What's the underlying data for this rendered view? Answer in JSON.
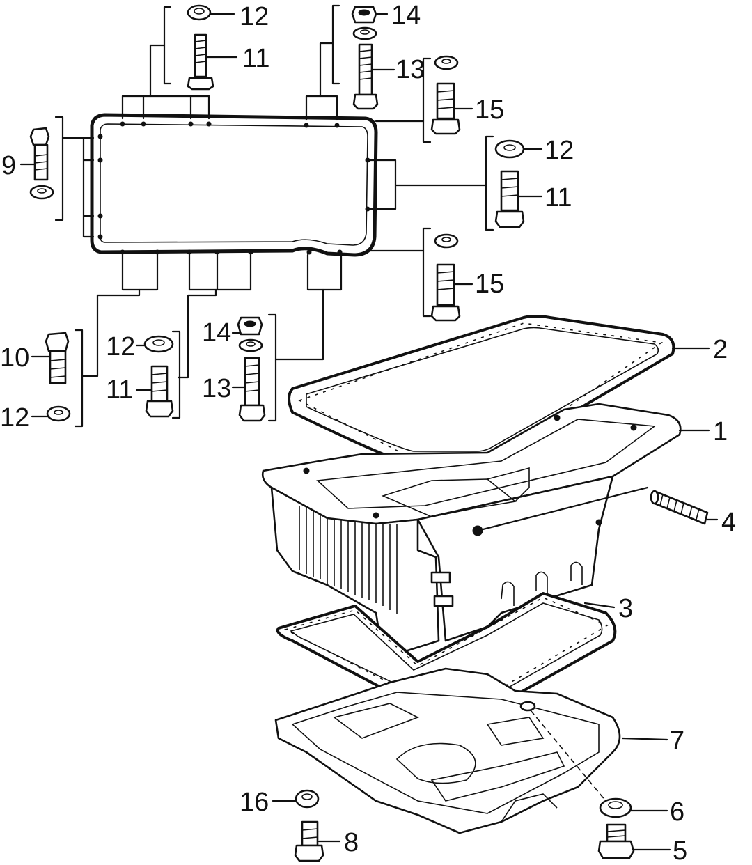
{
  "callouts": [
    {
      "id": "c12a",
      "text": "12"
    },
    {
      "id": "c11a",
      "text": "11"
    },
    {
      "id": "c14a",
      "text": "14"
    },
    {
      "id": "c13a",
      "text": "13"
    },
    {
      "id": "c15a",
      "text": "15"
    },
    {
      "id": "c9",
      "text": "9"
    },
    {
      "id": "c12b",
      "text": "12"
    },
    {
      "id": "c11b",
      "text": "11"
    },
    {
      "id": "c15b",
      "text": "15"
    },
    {
      "id": "c10",
      "text": "10"
    },
    {
      "id": "c12c",
      "text": "12"
    },
    {
      "id": "c11c",
      "text": "11"
    },
    {
      "id": "c12d",
      "text": "12"
    },
    {
      "id": "c14b",
      "text": "14"
    },
    {
      "id": "c13b",
      "text": "13"
    },
    {
      "id": "c2",
      "text": "2"
    },
    {
      "id": "c1",
      "text": "1"
    },
    {
      "id": "c4",
      "text": "4"
    },
    {
      "id": "c3",
      "text": "3"
    },
    {
      "id": "c7",
      "text": "7"
    },
    {
      "id": "c16",
      "text": "16"
    },
    {
      "id": "c6",
      "text": "6"
    },
    {
      "id": "c8",
      "text": "8"
    },
    {
      "id": "c5",
      "text": "5"
    }
  ]
}
